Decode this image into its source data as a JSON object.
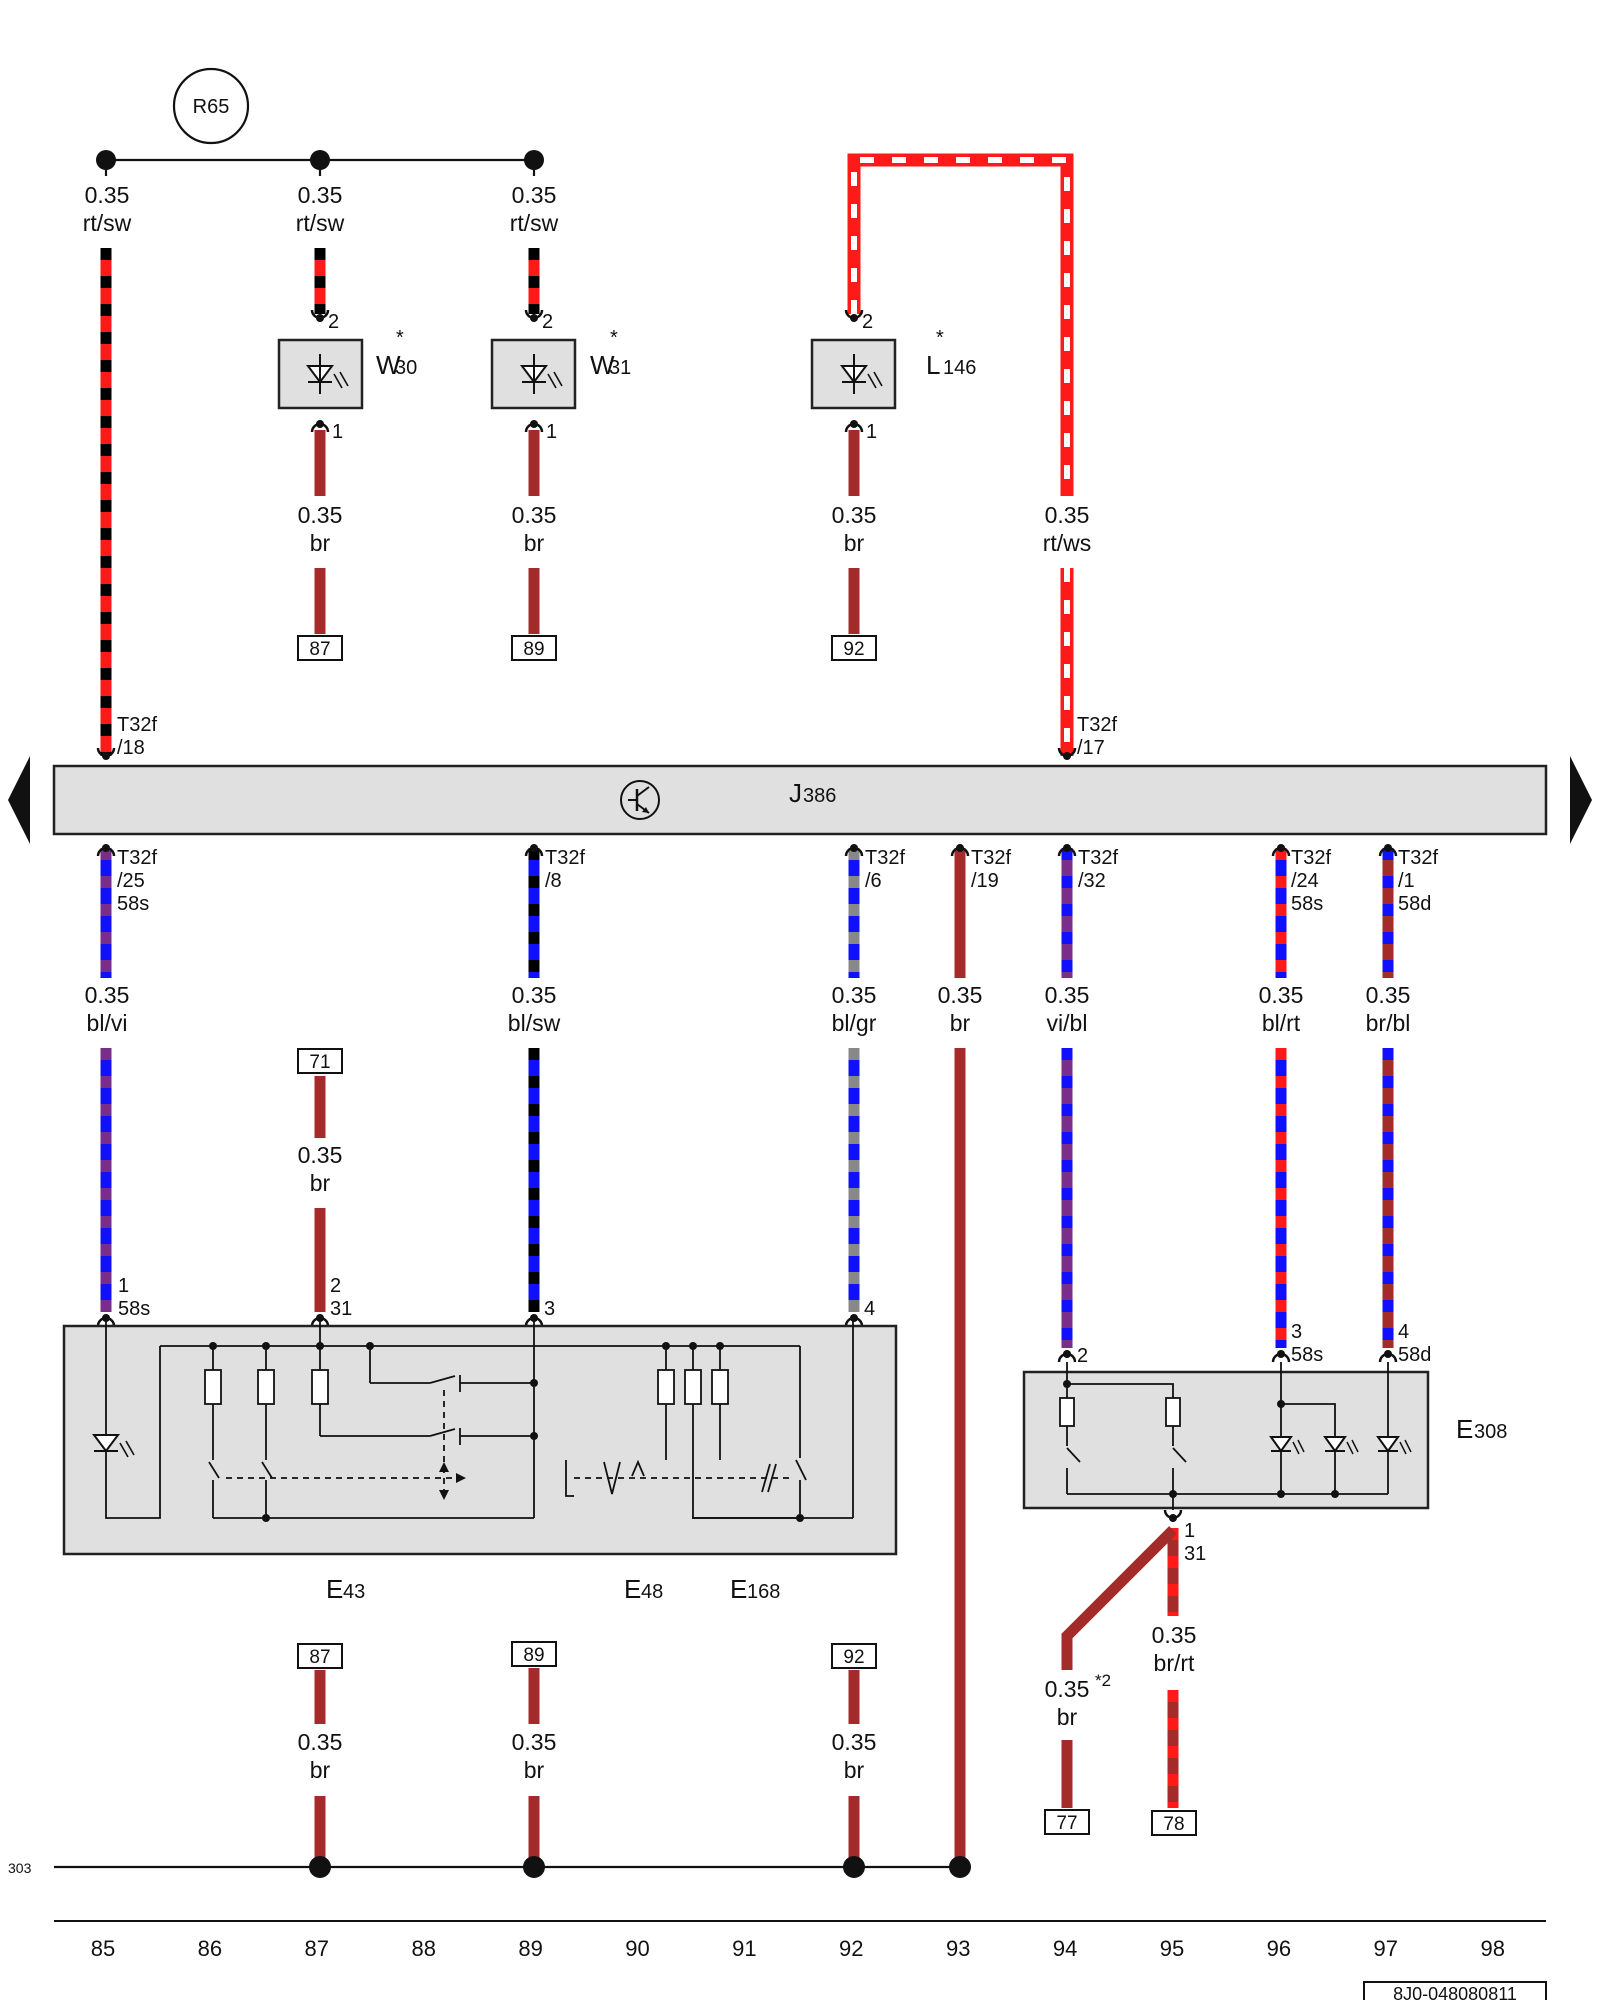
{
  "components": {
    "R65": {
      "label": "R65"
    },
    "W30": {
      "letter": "W",
      "sub": "30",
      "star": "*"
    },
    "W31": {
      "letter": "W",
      "sub": "31",
      "star": "*"
    },
    "L146": {
      "letter": "L",
      "sub": "146",
      "star": "*"
    },
    "J386": {
      "letter": "J",
      "sub": "386"
    },
    "E43": {
      "letter": "E",
      "sub": "43"
    },
    "E48": {
      "letter": "E",
      "sub": "48"
    },
    "E168": {
      "letter": "E",
      "sub": "168"
    },
    "E308": {
      "letter": "E",
      "sub": "308"
    }
  },
  "wire_labels": {
    "w85_top": {
      "size": "0.35",
      "color": "rt/sw"
    },
    "w87_top": {
      "size": "0.35",
      "color": "rt/sw"
    },
    "w89_top": {
      "size": "0.35",
      "color": "rt/sw"
    },
    "w87_mid": {
      "size": "0.35",
      "color": "br"
    },
    "w89_mid": {
      "size": "0.35",
      "color": "br"
    },
    "w92_mid": {
      "size": "0.35",
      "color": "br"
    },
    "w94_mid": {
      "size": "0.35",
      "color": "rt/ws"
    },
    "w85_low": {
      "size": "0.35",
      "color": "bl/vi"
    },
    "w89_low": {
      "size": "0.35",
      "color": "bl/sw"
    },
    "w92_low": {
      "size": "0.35",
      "color": "bl/gr"
    },
    "w93_low": {
      "size": "0.35",
      "color": "br"
    },
    "w94_low": {
      "size": "0.35",
      "color": "vi/bl"
    },
    "w96_low": {
      "size": "0.35",
      "color": "bl/rt"
    },
    "w97_low": {
      "size": "0.35",
      "color": "br/bl"
    },
    "w87_sw": {
      "size": "0.35",
      "color": "br"
    },
    "w95_e308": {
      "size": "0.35",
      "color": "br/rt"
    },
    "w94_e308": {
      "size": "0.35",
      "color": "br",
      "note": "*2"
    },
    "w87_bot": {
      "size": "0.35",
      "color": "br"
    },
    "w89_bot": {
      "size": "0.35",
      "color": "br"
    },
    "w92_bot": {
      "size": "0.35",
      "color": "br"
    }
  },
  "connectors": {
    "c85_top": {
      "code": "T32f",
      "pin": "/18"
    },
    "c94_top": {
      "code": "T32f",
      "pin": "/17"
    },
    "c85_bot": {
      "code": "T32f",
      "pin": "/25",
      "term": "58s"
    },
    "c89_bot": {
      "code": "T32f",
      "pin": "/8"
    },
    "c92_bot": {
      "code": "T32f",
      "pin": "/6"
    },
    "c93_bot": {
      "code": "T32f",
      "pin": "/19"
    },
    "c94_bot": {
      "code": "T32f",
      "pin": "/32"
    },
    "c96_bot": {
      "code": "T32f",
      "pin": "/24",
      "term": "58s"
    },
    "c97_bot": {
      "code": "T32f",
      "pin": "/1",
      "term": "58d"
    }
  },
  "pins": {
    "w30_in": "2",
    "w30_out": "1",
    "w31_in": "2",
    "w31_out": "1",
    "l146_in": "2",
    "l146_out": "1",
    "e43_1": "1",
    "e43_1t": "58s",
    "e43_2": "2",
    "e43_2t": "31",
    "e43_3": "3",
    "e43_4": "4",
    "e308_2": "2",
    "e308_3": "3",
    "e308_3t": "58s",
    "e308_4": "4",
    "e308_4t": "58d",
    "e308_1": "1",
    "e308_1t": "31"
  },
  "refs": {
    "r87_top": "87",
    "r89_top": "89",
    "r92_top": "92",
    "r71": "71",
    "r87_bot": "87",
    "r89_bot": "89",
    "r92_bot": "92",
    "r77": "77",
    "r78": "78"
  },
  "ground_ref": "303",
  "scale": [
    "85",
    "86",
    "87",
    "88",
    "89",
    "90",
    "91",
    "92",
    "93",
    "94",
    "95",
    "96",
    "97",
    "98"
  ],
  "doc_id": "8J0-048080811",
  "wire_colors": {
    "rt": "#ff1a1a",
    "sw": "#000000",
    "br": "#a52a2a",
    "ws": "#ffffff",
    "bl": "#1010ff",
    "vi": "#7b2d8b",
    "gr": "#888888"
  }
}
